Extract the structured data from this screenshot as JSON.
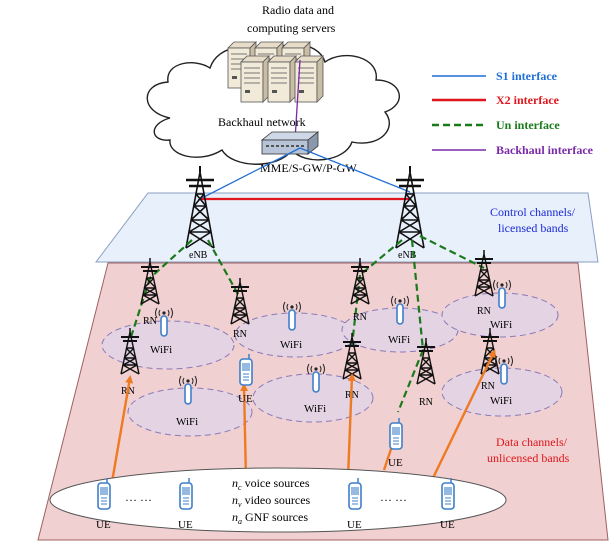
{
  "servers_title_line1": "Radio data and",
  "servers_title_line2": "computing servers",
  "backhaul_network": "Backhaul network",
  "gateway": "MME/S-GW/P-GW",
  "legend": [
    {
      "label": "S1 interface",
      "color": "#1f6fd6",
      "style": "solid"
    },
    {
      "label": "X2 interface",
      "color": "#e0161c",
      "style": "solid"
    },
    {
      "label": "Un interface",
      "color": "#1a7a1a",
      "style": "dashed"
    },
    {
      "label": "Backhaul interface",
      "color": "#7a2aa8",
      "style": "solid"
    }
  ],
  "control_plane_label_line1": "Control channels/",
  "control_plane_label_line2": "licensed bands",
  "control_plane_label_color": "#1b2ad6",
  "data_plane_label_line1": "Data channels/",
  "data_plane_label_line2": "unlicensed bands",
  "data_plane_label_color": "#e0161c",
  "enb_label": "eNB",
  "rn_label": "RN",
  "wifi_label": "WiFi",
  "ue_label": "UE",
  "ellipsis": "… …",
  "sources": [
    {
      "symbol": "n",
      "sub": "c",
      "rest": " voice sources"
    },
    {
      "symbol": "n",
      "sub": "v",
      "rest": " video sources"
    },
    {
      "symbol": "n",
      "sub": "a",
      "rest": " GNF sources"
    }
  ],
  "colors": {
    "control_plane_fill": "#e8f0fb",
    "data_plane_fill": "#f0d0d0",
    "wifi_zone_fill": "#e3d3e3",
    "wifi_zone_stroke": "#8a7ab8",
    "uplink_arrow": "#ee7a22",
    "tower": "#111111",
    "device": "#3f7fc9"
  }
}
